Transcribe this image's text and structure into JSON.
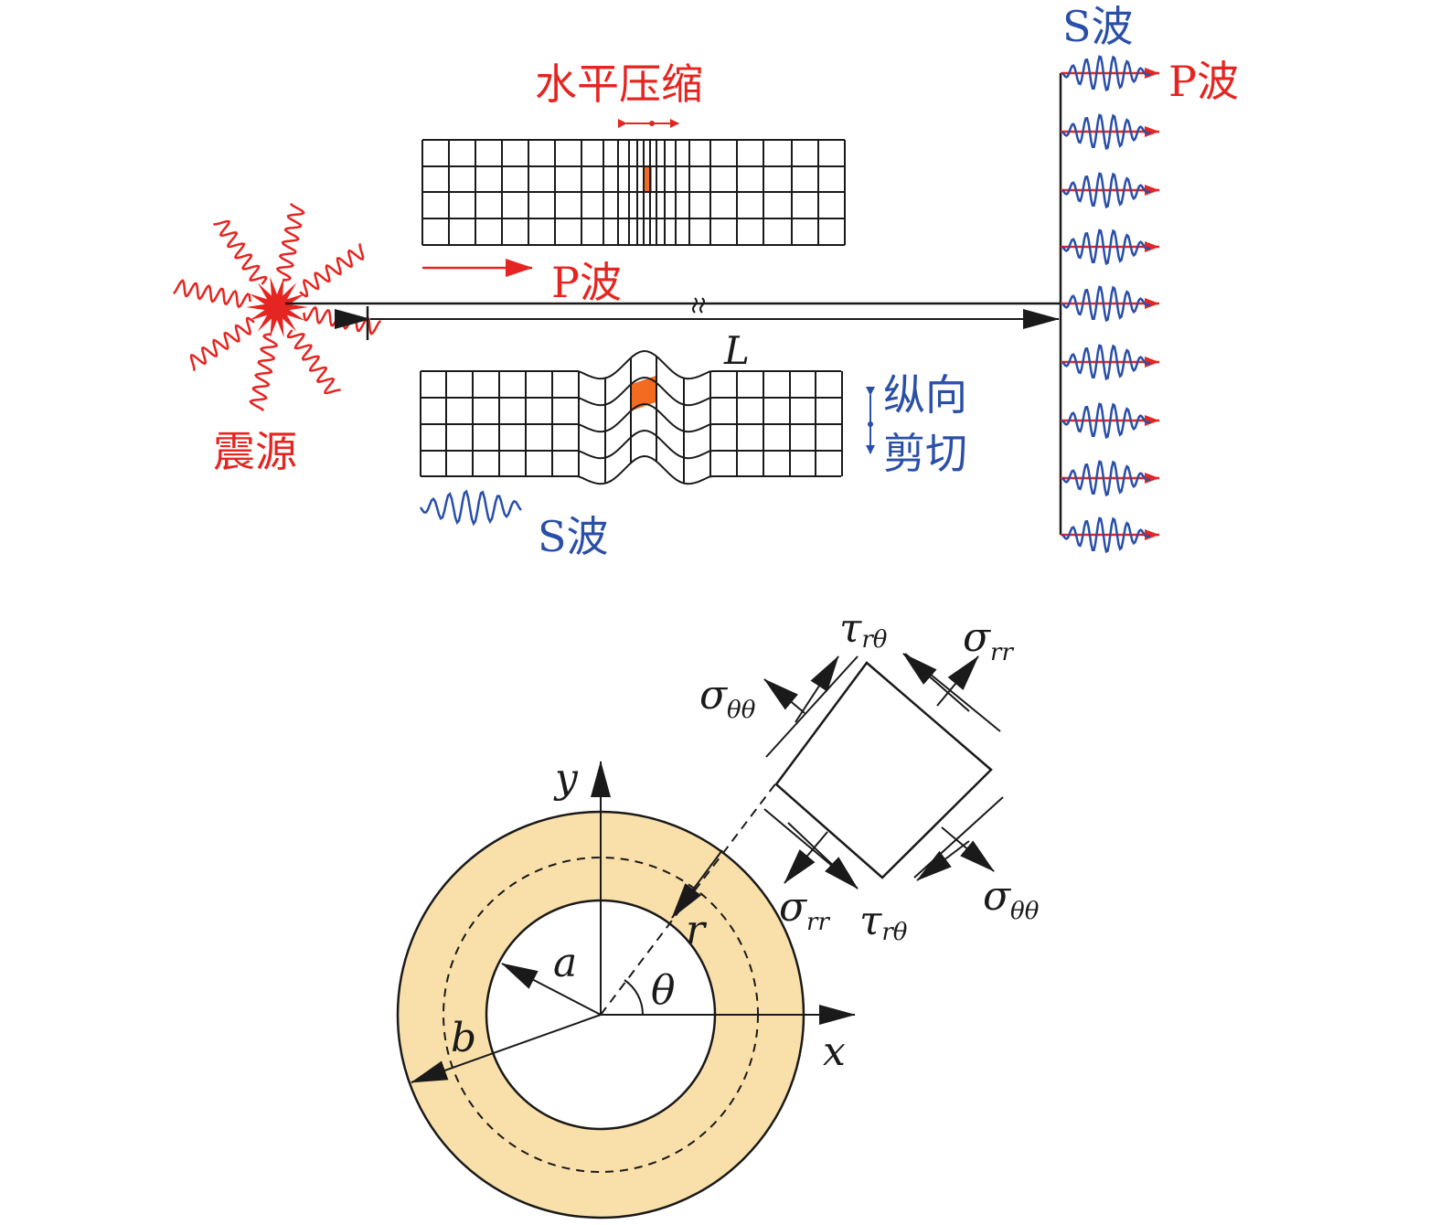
{
  "colors": {
    "p_wave": "#e52521",
    "s_wave": "#2a4fa8",
    "element": "#f26b21",
    "ring_fill": "#f9e0aa",
    "line": "#1a1a1a"
  },
  "top_diagram": {
    "label_compression": "水平压缩",
    "label_p_wave_mid": "P波",
    "label_source": "震源",
    "label_distance": "L",
    "label_shear_line1": "纵向",
    "label_shear_line2": "剪切",
    "label_s_wave_bottom": "S波",
    "label_s_wave_right": "S波",
    "label_p_wave_right": "P波"
  },
  "bottom_diagram": {
    "axis_x": "x",
    "axis_y": "y",
    "radius_inner": "a",
    "radius_outer": "b",
    "radius_r": "r",
    "angle": "θ",
    "stress_tau": "τ",
    "stress_sigma": "σ",
    "sub_rtheta": "rθ",
    "sub_rr": "rr",
    "sub_thetatheta": "θθ"
  }
}
